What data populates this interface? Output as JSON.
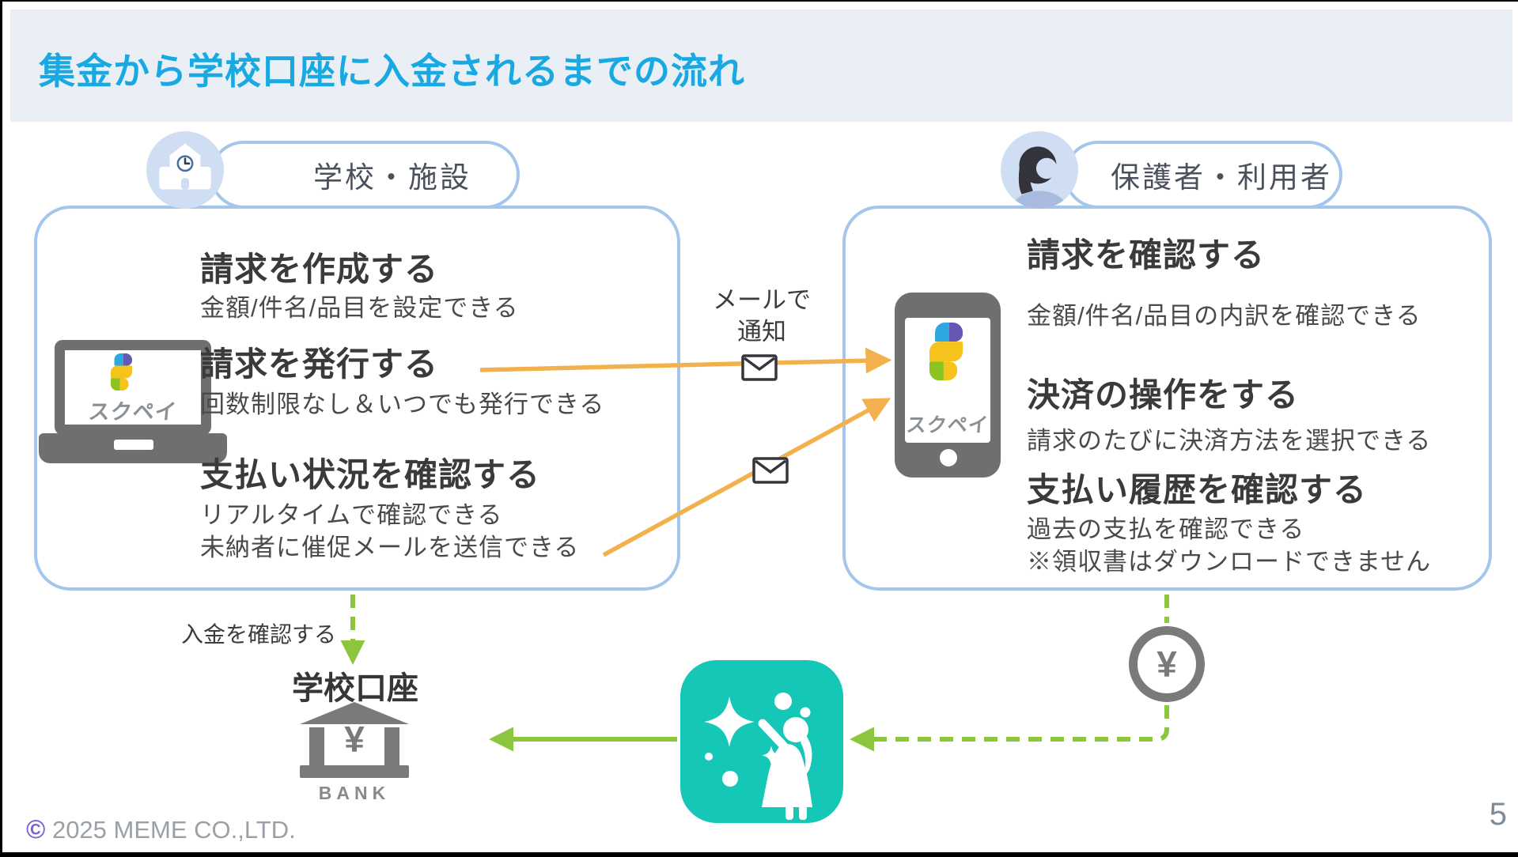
{
  "slide": {
    "title": "集金から学校口座に入金されるまでの流れ",
    "page_number": "5",
    "copyright_symbol": "©",
    "copyright_text": "2025 MEME CO.,LTD."
  },
  "school_panel": {
    "tab_label": "学校・施設",
    "device_label": "スクペイ",
    "items": [
      {
        "heading": "請求を作成する",
        "lines": [
          "金額/件名/品目を設定できる"
        ]
      },
      {
        "heading": "請求を発行する",
        "lines": [
          "回数制限なし＆いつでも発行できる"
        ]
      },
      {
        "heading": "支払い状況を確認する",
        "lines": [
          "リアルタイムで確認できる",
          "未納者に催促メールを送信できる"
        ]
      }
    ]
  },
  "parent_panel": {
    "tab_label": "保護者・利用者",
    "device_label": "スクペイ",
    "items": [
      {
        "heading": "請求を確認する",
        "lines": [
          "金額/件名/品目の内訳を確認できる"
        ]
      },
      {
        "heading": "決済の操作をする",
        "lines": [
          "請求のたびに決済方法を選択できる"
        ]
      },
      {
        "heading": "支払い履歴を確認する",
        "lines": [
          "過去の支払を確認できる",
          "※領収書はダウンロードできません"
        ]
      }
    ]
  },
  "flow": {
    "mail_note": [
      "メールで",
      "通知"
    ],
    "deposit_check_label": "入金を確認する",
    "bank_title": "学校口座",
    "bank_symbol": "¥",
    "bank_caption": "BANK",
    "yen_badge": "¥"
  },
  "colors": {
    "title_blue": "#18a8e2",
    "panel_border": "#a5c6ec",
    "arrow_orange": "#f2b14d",
    "arrow_green": "#8cc63f",
    "app_teal": "#15c7b7",
    "device_gray": "#6f6f6f"
  }
}
